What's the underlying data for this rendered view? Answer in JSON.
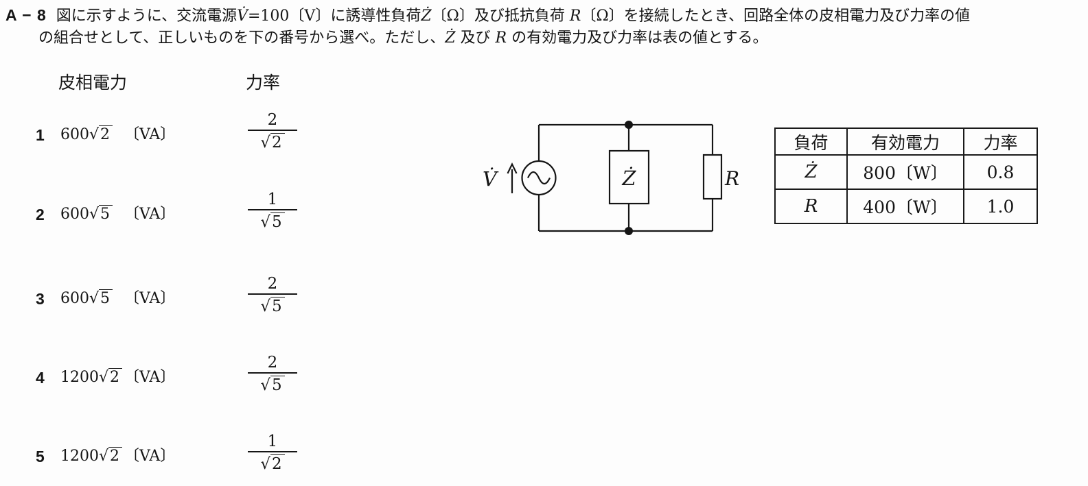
{
  "question": {
    "id": "A − 8",
    "line1": [
      {
        "t": "図に示すように、交流電源",
        "i": false
      },
      {
        "t": "V̇",
        "i": true
      },
      {
        "t": "=100〔V〕に誘導性負荷",
        "i": false
      },
      {
        "t": "Ż",
        "i": true
      },
      {
        "t": "〔Ω〕及び抵抗負荷 ",
        "i": false
      },
      {
        "t": "R",
        "i": true
      },
      {
        "t": "〔Ω〕を接続したとき、回路全体の皮相電力及び力率の値",
        "i": false
      }
    ],
    "line2": [
      {
        "t": "の組合せとして、正しいものを下の番号から選べ。ただし、",
        "i": false
      },
      {
        "t": "Ż",
        "i": true
      },
      {
        "t": " 及び ",
        "i": false
      },
      {
        "t": "R",
        "i": true
      },
      {
        "t": " の有効電力及び力率は表の値とする。",
        "i": false
      }
    ]
  },
  "options_header": {
    "apparent_power": "皮相電力",
    "power_factor": "力率"
  },
  "options": [
    {
      "num": "1",
      "coeff": "600",
      "radicand": "2",
      "unit": "〔VA〕",
      "pf_num": "2",
      "pf_radicand": "2"
    },
    {
      "num": "2",
      "coeff": "600",
      "radicand": "5",
      "unit": "〔VA〕",
      "pf_num": "1",
      "pf_radicand": "5"
    },
    {
      "num": "3",
      "coeff": "600",
      "radicand": "5",
      "unit": "〔VA〕",
      "pf_num": "2",
      "pf_radicand": "5"
    },
    {
      "num": "4",
      "coeff": "1200",
      "radicand": "2",
      "unit": "〔VA〕",
      "pf_num": "2",
      "pf_radicand": "5"
    },
    {
      "num": "5",
      "coeff": "1200",
      "radicand": "2",
      "unit": "〔VA〕",
      "pf_num": "1",
      "pf_radicand": "2"
    }
  ],
  "circuit": {
    "source_label": "V̇",
    "impedance_label": "Ż",
    "resistor_label": "R"
  },
  "table": {
    "headers": [
      "負荷",
      "有効電力",
      "力率"
    ],
    "rows": [
      {
        "load": "Ż",
        "active_power": "800〔W〕",
        "power_factor": "0.8"
      },
      {
        "load": "R",
        "active_power": "400〔W〕",
        "power_factor": "1.0"
      }
    ]
  }
}
